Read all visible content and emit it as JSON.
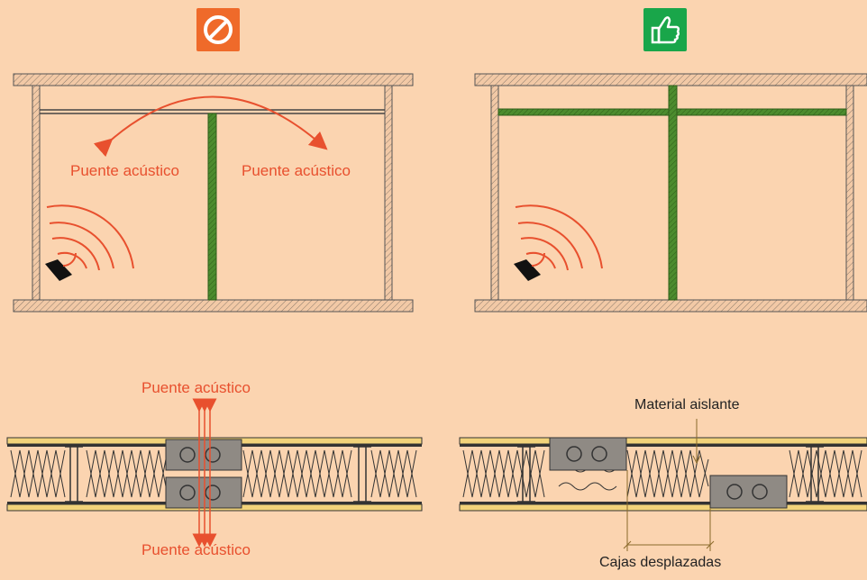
{
  "colors": {
    "background": "#fbd4b0",
    "bad_badge": "#ef6a2a",
    "good_badge": "#19a64a",
    "acoustic_red": "#e8502e",
    "stud_green": "#4c8c2e",
    "steel_yellow": "#f2d37a"
  },
  "top_left": {
    "badge_icon": "prohibited-icon",
    "labels": [
      "Puente acústico",
      "Puente acústico"
    ]
  },
  "top_right": {
    "badge_icon": "thumbs-up-icon"
  },
  "bottom_left": {
    "label_top": "Puente acústico",
    "label_bottom": "Puente acústico"
  },
  "bottom_right": {
    "label_insulation": "Material aislante",
    "label_boxes": "Cajas desplazadas"
  }
}
